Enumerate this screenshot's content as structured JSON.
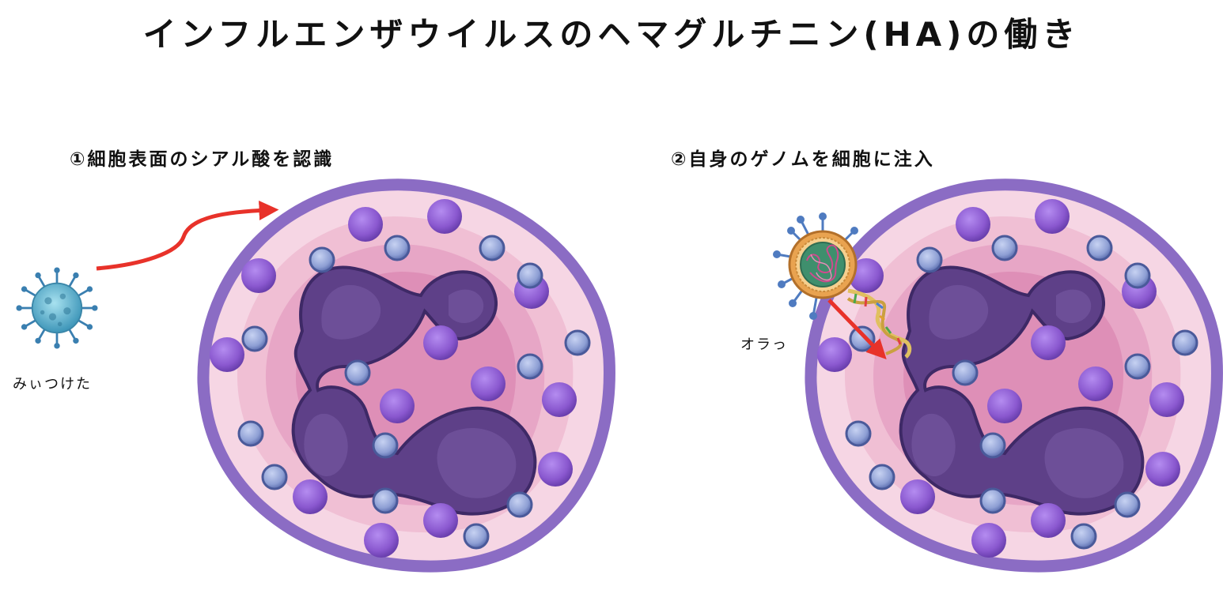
{
  "title": "インフルエンザウイルスのヘマグルチニン(HA)の働き",
  "panels": [
    {
      "heading": "①細胞表面のシアル酸を認識",
      "virus_caption": "みぃつけた"
    },
    {
      "heading": "②自身のゲノムを細胞に注入",
      "virus_caption": "オラっ"
    }
  ],
  "colors": {
    "membrane": "#8b6cc4",
    "outer_cytoplasm": "#f6d6e4",
    "inner_cytoplasm": "#e7a6c6",
    "nucleus": "#5e4088",
    "granule_large": "#8a58cf",
    "granule_small": "#8e9fd4",
    "arrow": "#e8322a",
    "virus_blue": "#4fa6c4",
    "virus_orange": "#e9a350",
    "virus_green": "#3f8f6d",
    "rna_pink": "#d04a8e"
  },
  "icons": [
    "virus-icon",
    "cell-icon",
    "nucleus-icon",
    "granule-icon",
    "arrow-icon",
    "rna-helix-icon"
  ]
}
